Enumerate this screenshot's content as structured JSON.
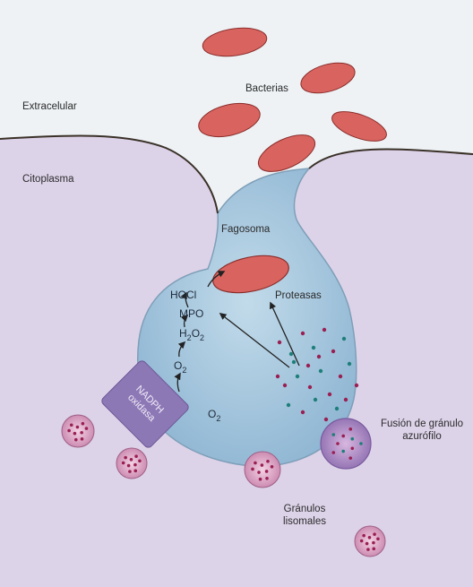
{
  "labels": {
    "extracellular": "Extracelular",
    "cytoplasm": "Citoplasma",
    "bacteria": "Bacterias",
    "phagosome": "Fagosoma",
    "hocl": "HOCl",
    "mpo": "MPO",
    "h2o2_main": "H",
    "h2o2_sub": "2",
    "h2o2_tail": "O",
    "h2o2_sub2": "2",
    "o2_radical_main": "O",
    "o2_radical_sub": "2",
    "o2_main": "O",
    "o2_sub": "2",
    "proteases": "Proteasas",
    "nadph_line1": "NADPH",
    "nadph_line2": "oxidasa",
    "fusion_line1": "Fusión de gránulo",
    "fusion_line2": "azurófilo",
    "granules_line1": "Gránulos",
    "granules_line2": "lisomales"
  },
  "colors": {
    "extracellular": "#eef2f5",
    "cytoplasm": "#ddd3e9",
    "phagosome": "#a9c8de",
    "bacteria": "#d9645f",
    "enzyme": "#8d78b6",
    "granule": "#dba3c4",
    "granule_dot": "#9a1f52",
    "teal_dot": "#1e7f7a"
  }
}
